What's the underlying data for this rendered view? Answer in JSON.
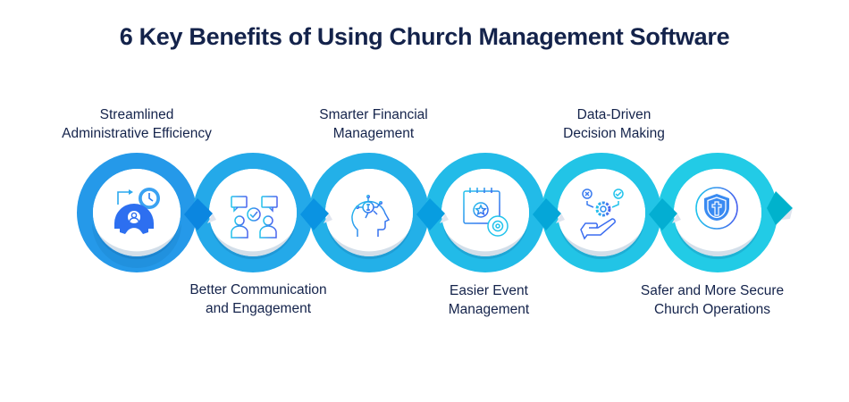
{
  "title": "6 Key Benefits of Using Church Management Software",
  "colors": {
    "title": "#14234b",
    "ring_start": "#2596e8",
    "ring_end": "#22c9e6"
  },
  "benefits": [
    {
      "line1": "Streamlined",
      "line2": "Administrative Efficiency",
      "position": "top",
      "icon": "gear-clock-user-icon",
      "ring": "#2599e9",
      "knot": "#0b86e0"
    },
    {
      "line1": "Better Communication",
      "line2": "and Engagement",
      "position": "bottom",
      "icon": "chat-people-check-icon",
      "ring": "#24a9e9",
      "knot": "#0a93e2"
    },
    {
      "line1": "Smarter Financial",
      "line2": "Management",
      "position": "top",
      "icon": "head-dollar-circuit-icon",
      "ring": "#23b0e8",
      "knot": "#079de0"
    },
    {
      "line1": "Easier Event",
      "line2": "Management",
      "position": "bottom",
      "icon": "calendar-star-gear-icon",
      "ring": "#22bbe8",
      "knot": "#05a6d8"
    },
    {
      "line1": "Data-Driven",
      "line2": "Decision Making",
      "position": "top",
      "icon": "hand-gear-decision-icon",
      "ring": "#22c4e6",
      "knot": "#03aed2"
    },
    {
      "line1": "Safer and More Secure",
      "line2": "Church Operations",
      "position": "bottom",
      "icon": "shield-cross-icon",
      "ring": "#22cbe6",
      "knot": "#00b2cc"
    }
  ]
}
